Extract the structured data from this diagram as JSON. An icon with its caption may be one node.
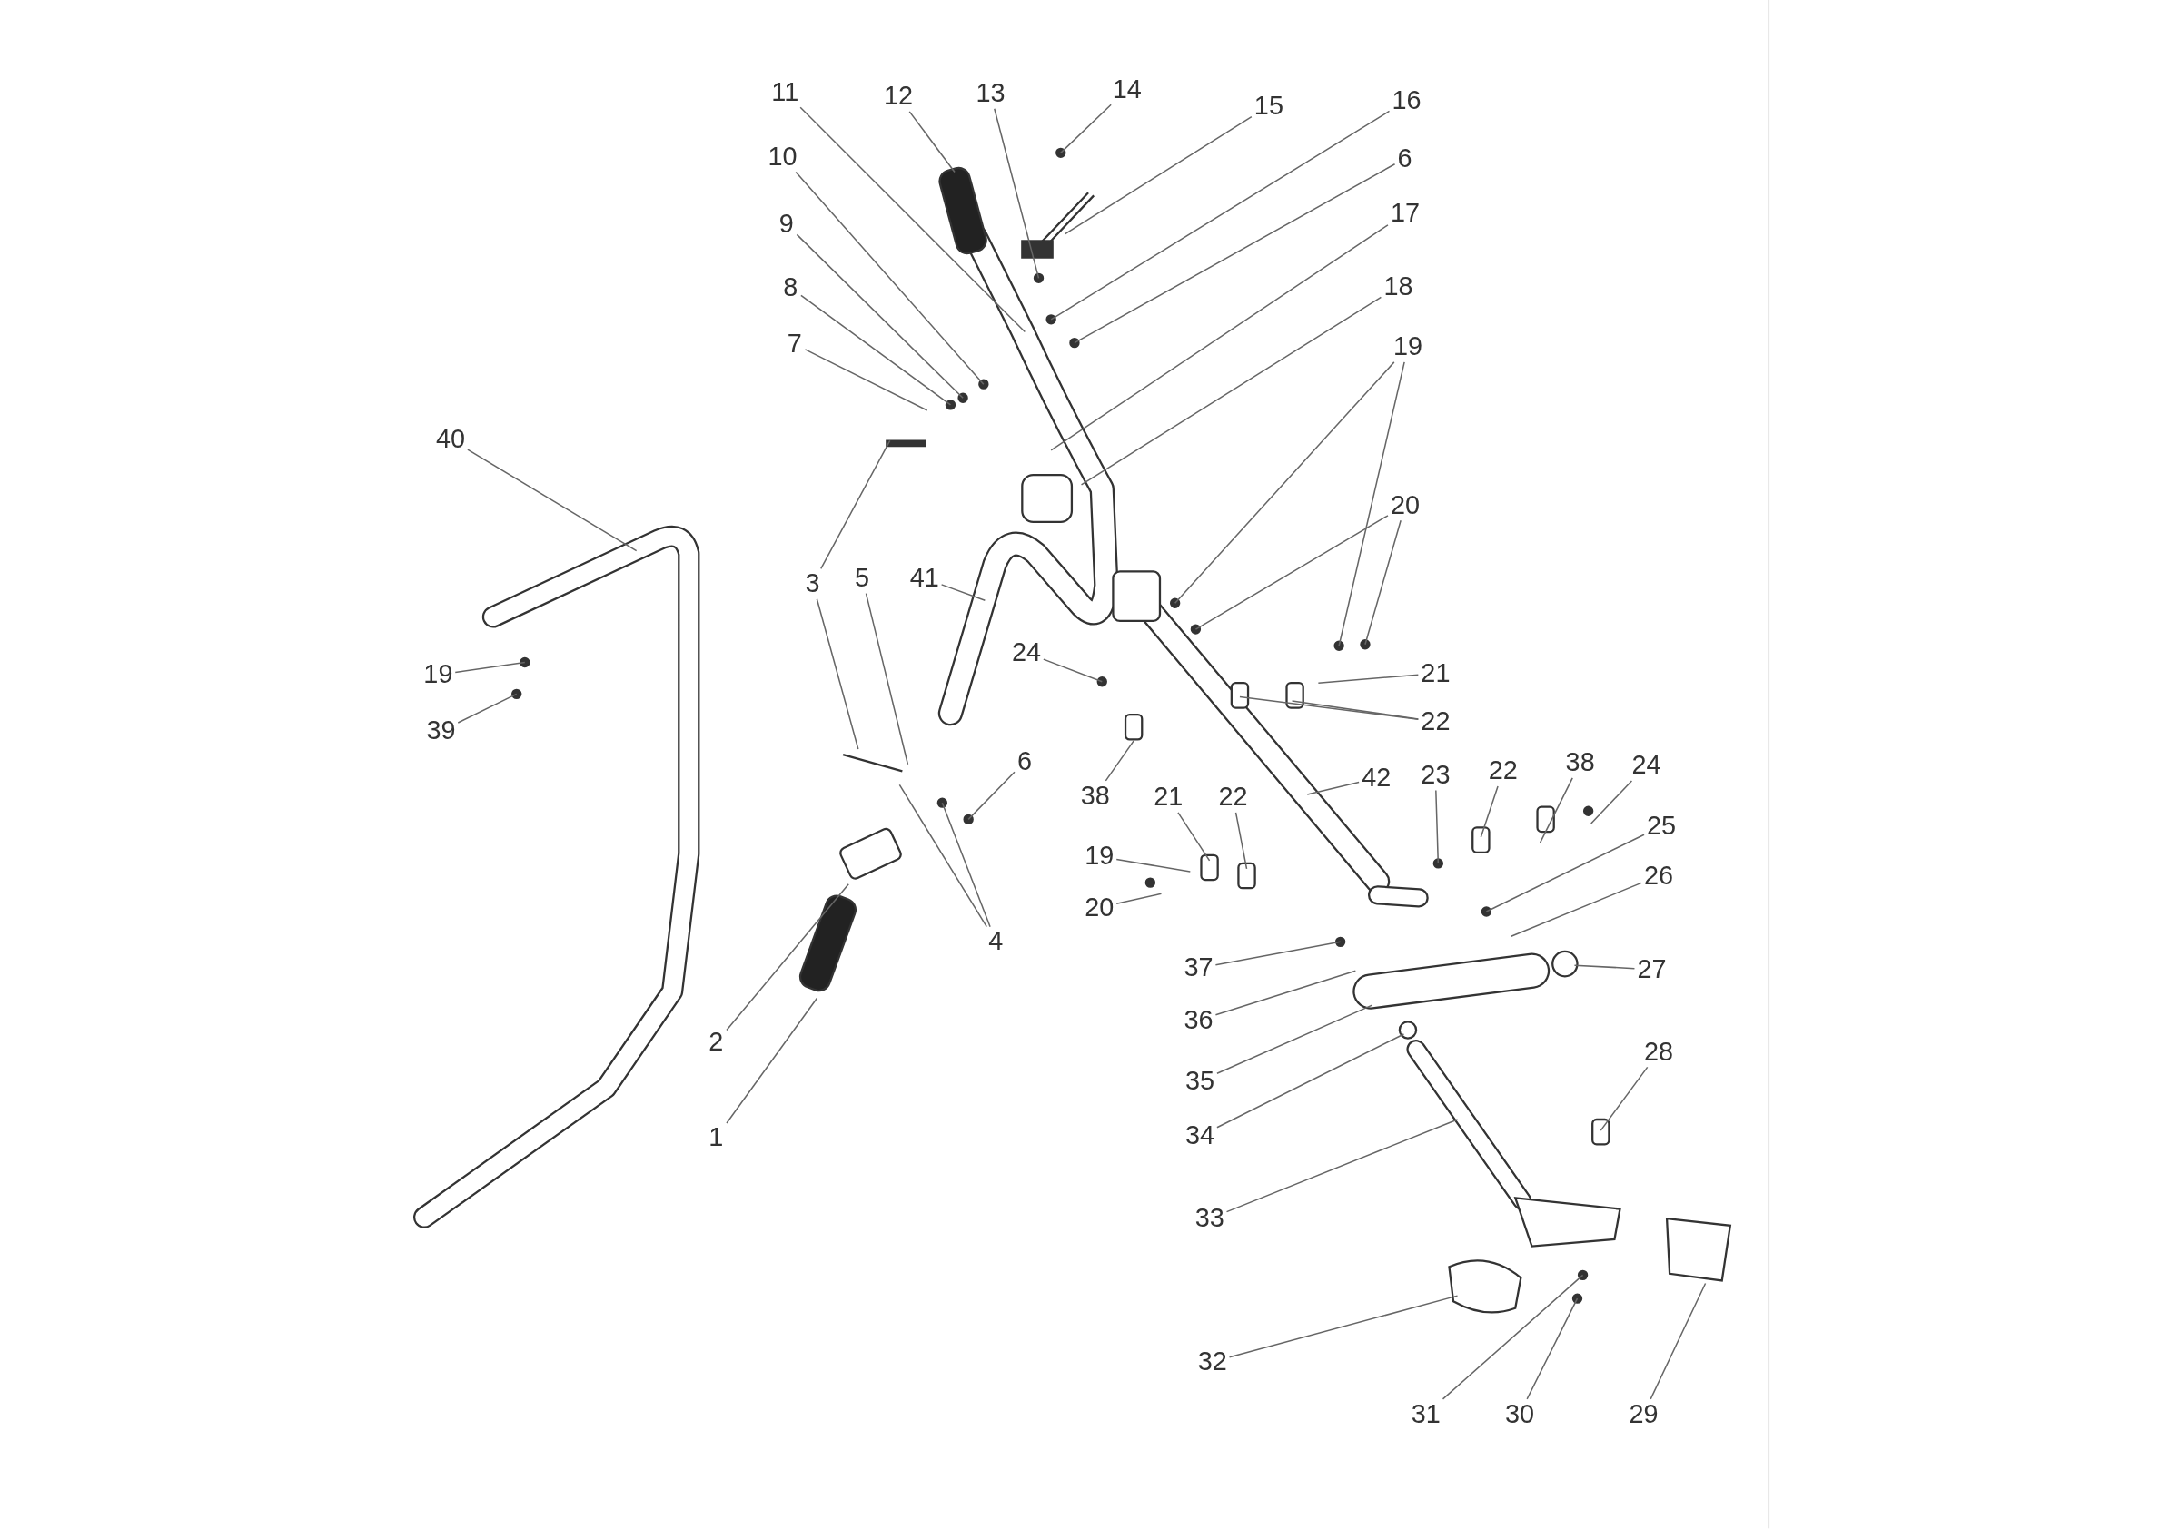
{
  "diagram": {
    "nodes": [
      {
        "text": [
          "11"
        ]
      },
      {
        "text": [
          "12"
        ]
      },
      {
        "text": [
          "13"
        ]
      },
      {
        "text": [
          "14"
        ]
      },
      {
        "text": [
          "15"
        ]
      },
      {
        "text": [
          "16"
        ]
      },
      {
        "text": [
          "10"
        ]
      },
      {
        "text": [
          "6"
        ]
      },
      {
        "text": [
          "9"
        ]
      },
      {
        "text": [
          "17"
        ]
      },
      {
        "text": [
          "8"
        ]
      },
      {
        "text": [
          "18"
        ]
      },
      {
        "text": [
          "7"
        ]
      },
      {
        "text": [
          "19"
        ]
      },
      {
        "text": [
          "40"
        ]
      },
      {
        "text": [
          "20"
        ]
      },
      {
        "text": [
          "3"
        ]
      },
      {
        "text": [
          "5"
        ]
      },
      {
        "text": [
          "41"
        ]
      },
      {
        "text": [
          "24"
        ]
      },
      {
        "text": [
          "21"
        ]
      },
      {
        "text": [
          "19"
        ]
      },
      {
        "text": [
          "22"
        ]
      },
      {
        "text": [
          "39"
        ]
      },
      {
        "text": [
          "6"
        ]
      },
      {
        "text": [
          "38"
        ]
      },
      {
        "text": [
          "42"
        ]
      },
      {
        "text": [
          "23"
        ]
      },
      {
        "text": [
          "22"
        ]
      },
      {
        "text": [
          "38"
        ]
      },
      {
        "text": [
          "24"
        ]
      },
      {
        "text": [
          "21"
        ]
      },
      {
        "text": [
          "22"
        ]
      },
      {
        "text": [
          "25"
        ]
      },
      {
        "text": [
          "19"
        ]
      },
      {
        "text": [
          "20"
        ]
      },
      {
        "text": [
          "26"
        ]
      },
      {
        "text": [
          "4"
        ]
      },
      {
        "text": [
          "37"
        ]
      },
      {
        "text": [
          "27"
        ]
      },
      {
        "text": [
          "36"
        ]
      },
      {
        "text": [
          "2"
        ]
      },
      {
        "text": [
          "35"
        ]
      },
      {
        "text": [
          "28"
        ]
      },
      {
        "text": [
          "34"
        ]
      },
      {
        "text": [
          "1"
        ]
      },
      {
        "text": [
          "33"
        ]
      },
      {
        "text": [
          "32"
        ]
      },
      {
        "text": [
          "31"
        ]
      },
      {
        "text": [
          "30"
        ]
      },
      {
        "text": [
          "29"
        ]
      }
    ],
    "edges": [
      {
        "from": 0,
        "to": null,
        "arrow": "none"
      },
      {
        "from": 1,
        "to": null,
        "arrow": "none"
      },
      {
        "from": 2,
        "to": null,
        "arrow": "none"
      },
      {
        "from": 3,
        "to": null,
        "arrow": "none"
      },
      {
        "from": 4,
        "to": null,
        "arrow": "none"
      },
      {
        "from": 5,
        "to": null,
        "arrow": "none"
      },
      {
        "from": 6,
        "to": null,
        "arrow": "none"
      },
      {
        "from": 7,
        "to": null,
        "arrow": "none"
      },
      {
        "from": 8,
        "to": null,
        "arrow": "none"
      },
      {
        "from": 9,
        "to": null,
        "arrow": "none"
      },
      {
        "from": 10,
        "to": null,
        "arrow": "none"
      },
      {
        "from": 11,
        "to": null,
        "arrow": "none"
      },
      {
        "from": 12,
        "to": null,
        "arrow": "none"
      },
      {
        "from": 13,
        "to": null,
        "arrow": "none"
      },
      {
        "from": 13,
        "to": null,
        "arrow": "none"
      },
      {
        "from": 14,
        "to": null,
        "arrow": "none"
      },
      {
        "from": 15,
        "to": null,
        "arrow": "none"
      },
      {
        "from": 15,
        "to": null,
        "arrow": "none"
      },
      {
        "from": 16,
        "to": null,
        "arrow": "none"
      },
      {
        "from": 16,
        "to": null,
        "arrow": "none"
      },
      {
        "from": 17,
        "to": null,
        "arrow": "none"
      },
      {
        "from": 18,
        "to": null,
        "arrow": "none"
      },
      {
        "from": 19,
        "to": null,
        "arrow": "none"
      },
      {
        "from": 20,
        "to": null,
        "arrow": "none"
      },
      {
        "from": 21,
        "to": null,
        "arrow": "none"
      },
      {
        "from": 22,
        "to": null,
        "arrow": "none"
      },
      {
        "from": 22,
        "to": null,
        "arrow": "none"
      },
      {
        "from": 23,
        "to": null,
        "arrow": "none"
      },
      {
        "from": 24,
        "to": null,
        "arrow": "none"
      },
      {
        "from": 25,
        "to": null,
        "arrow": "none"
      },
      {
        "from": 26,
        "to": null,
        "arrow": "none"
      },
      {
        "from": 27,
        "to": null,
        "arrow": "none"
      },
      {
        "from": 28,
        "to": null,
        "arrow": "none"
      },
      {
        "from": 29,
        "to": null,
        "arrow": "none"
      },
      {
        "from": 30,
        "to": null,
        "arrow": "none"
      },
      {
        "from": 31,
        "to": null,
        "arrow": "none"
      },
      {
        "from": 32,
        "to": null,
        "arrow": "none"
      },
      {
        "from": 33,
        "to": null,
        "arrow": "none"
      },
      {
        "from": 34,
        "to": null,
        "arrow": "none"
      },
      {
        "from": 35,
        "to": null,
        "arrow": "none"
      },
      {
        "from": 36,
        "to": null,
        "arrow": "none"
      },
      {
        "from": 37,
        "to": null,
        "arrow": "none"
      },
      {
        "from": 37,
        "to": null,
        "arrow": "none"
      },
      {
        "from": 38,
        "to": null,
        "arrow": "none"
      },
      {
        "from": 39,
        "to": null,
        "arrow": "none"
      },
      {
        "from": 40,
        "to": null,
        "arrow": "none"
      },
      {
        "from": 41,
        "to": null,
        "arrow": "none"
      },
      {
        "from": 42,
        "to": null,
        "arrow": "none"
      },
      {
        "from": 43,
        "to": null,
        "arrow": "none"
      },
      {
        "from": 44,
        "to": null,
        "arrow": "none"
      },
      {
        "from": 45,
        "to": null,
        "arrow": "none"
      },
      {
        "from": 46,
        "to": null,
        "arrow": "none"
      },
      {
        "from": 47,
        "to": null,
        "arrow": "none"
      },
      {
        "from": 48,
        "to": null,
        "arrow": "none"
      },
      {
        "from": 49,
        "to": null,
        "arrow": "none"
      },
      {
        "from": 50,
        "to": null,
        "arrow": "none"
      }
    ]
  }
}
